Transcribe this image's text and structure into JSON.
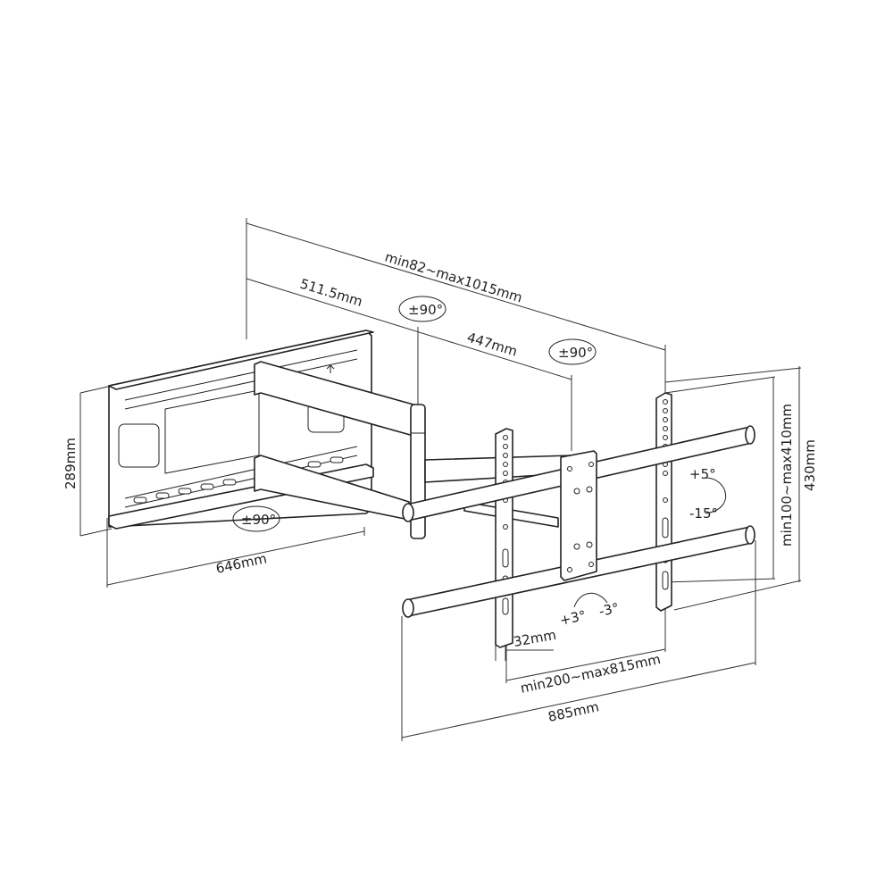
{
  "diagram": {
    "type": "technical-dimension-drawing",
    "subject": "full-motion TV wall mount (articulating double arm)",
    "line_color": "#222222",
    "background": "#ffffff"
  },
  "dimensions": {
    "extension": "min82~max1015mm",
    "arm_first": "511.5mm",
    "arm_second": "447mm",
    "wall_plate_height": "289mm",
    "wall_plate_width": "646mm",
    "vesa_vertical": "min100~max410mm",
    "bracket_height": "430mm",
    "bracket_depth": "32mm",
    "vesa_horizontal": "min200~max815mm",
    "rail_width": "885mm"
  },
  "rotations": {
    "arm_joint_top": "±90°",
    "arm_joint_right": "±90°",
    "wall_joint": "±90°",
    "tilt_up": "+5°",
    "tilt_down": "-15°",
    "level_plus": "+3°",
    "level_minus": "-3°"
  }
}
